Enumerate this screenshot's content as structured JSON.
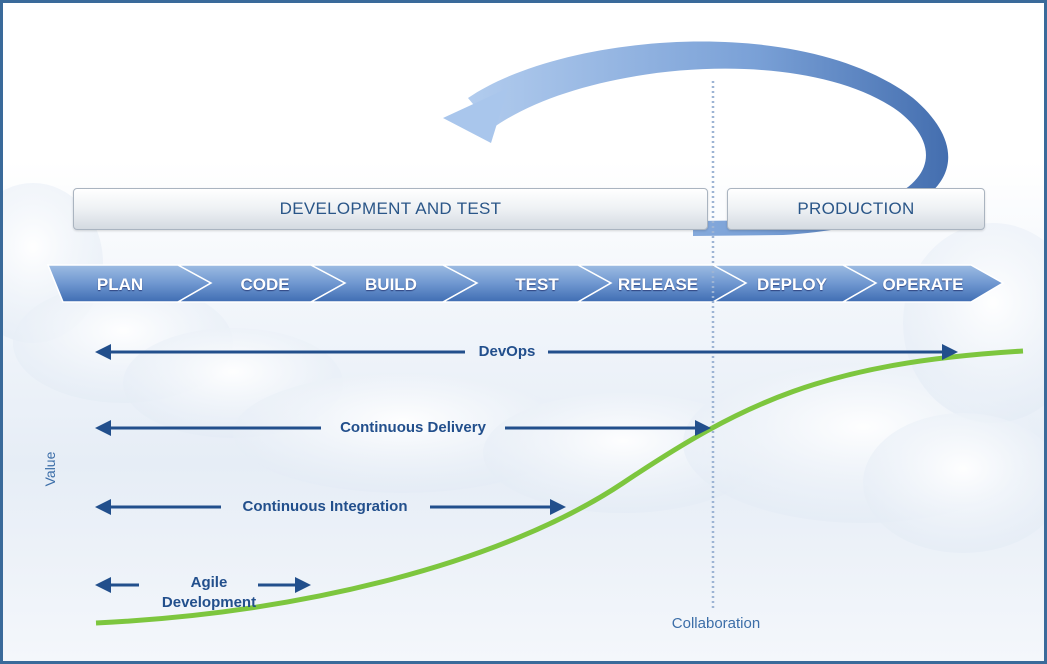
{
  "phases": {
    "development_and_test": "DEVELOPMENT AND TEST",
    "production": "PRODUCTION"
  },
  "stages": [
    "PLAN",
    "CODE",
    "BUILD",
    "TEST",
    "RELEASE",
    "DEPLOY",
    "OPERATE"
  ],
  "ranges": {
    "devops": "DevOps",
    "continuous_delivery": "Continuous Delivery",
    "continuous_integration": "Continuous Integration",
    "agile_line1": "Agile",
    "agile_line2": "Development"
  },
  "axis": {
    "value": "Value",
    "collaboration": "Collaboration"
  },
  "colors": {
    "arrow": "#224f8c",
    "curve": "#7dc63e",
    "chevron": "#4f80c2",
    "frame": "#3a6a9a"
  }
}
